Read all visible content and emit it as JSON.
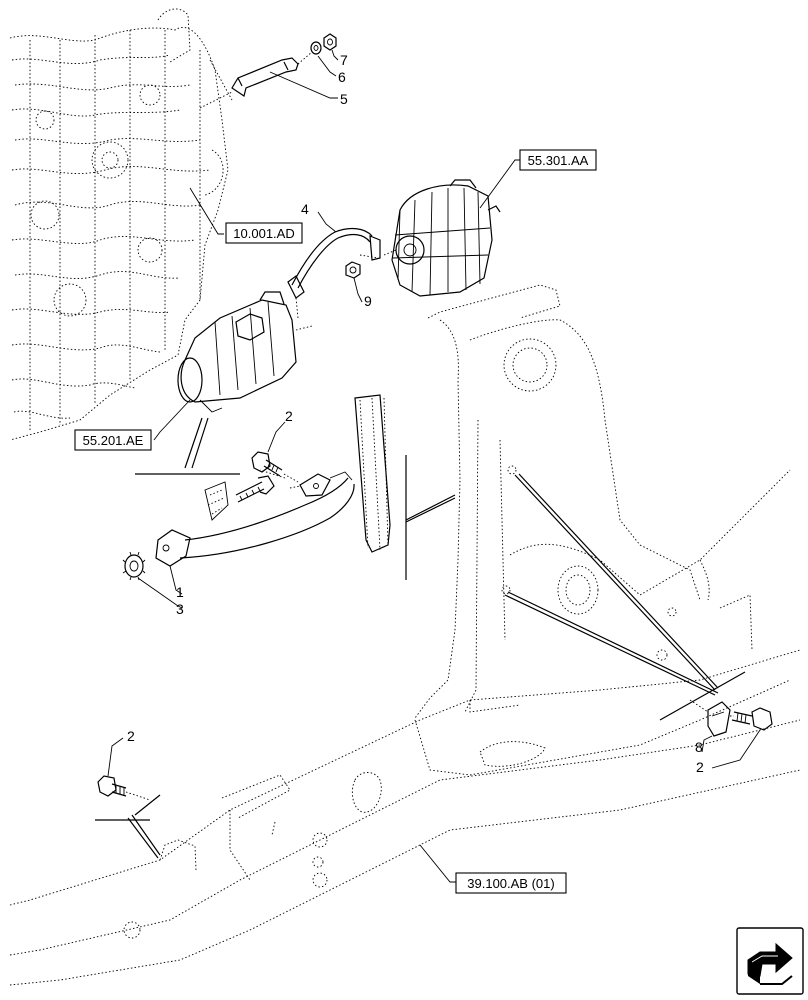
{
  "callouts": [
    "1",
    "2",
    "2",
    "2",
    "3",
    "4",
    "5",
    "6",
    "7",
    "8",
    "9"
  ],
  "references": {
    "engine": "10.001.AD",
    "alternator": "55.301.AA",
    "starter": "55.201.AE",
    "frame": "39.100.AB (01)"
  },
  "nav": {
    "icon": "forward-arrow-icon"
  }
}
